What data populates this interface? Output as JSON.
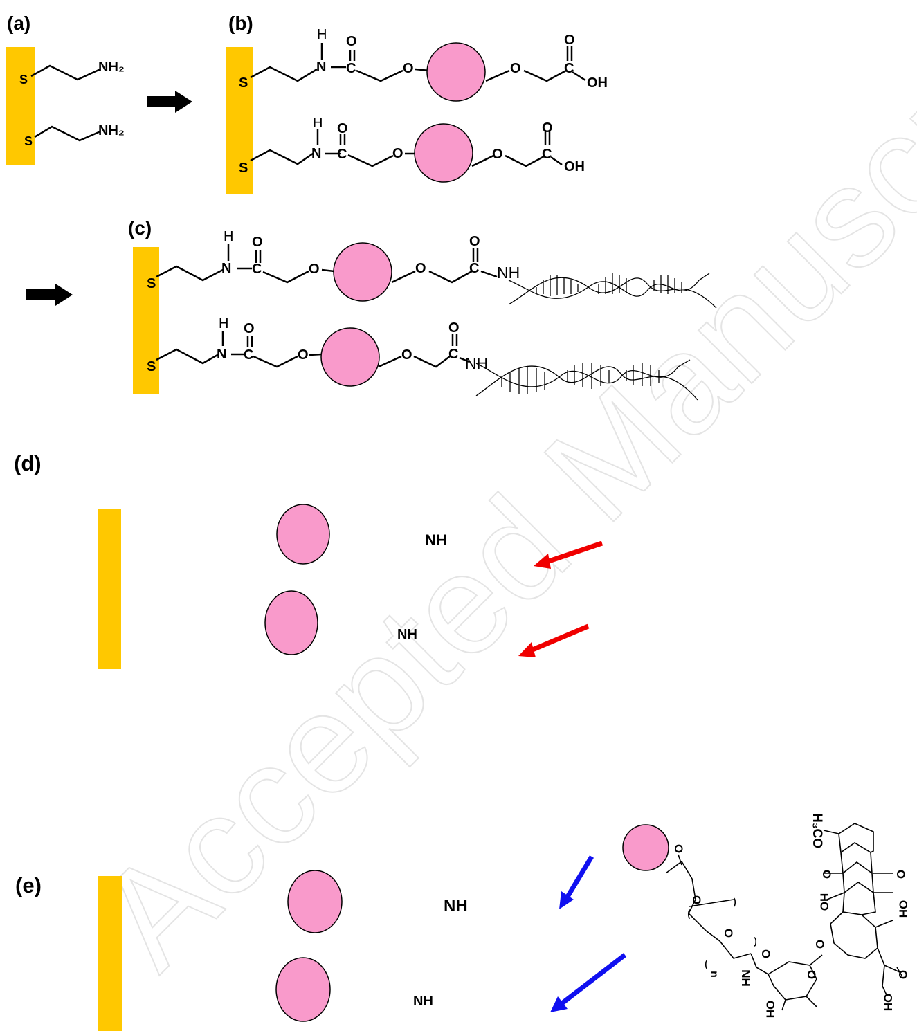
{
  "panels": {
    "a": "(a)",
    "b": "(b)",
    "c": "(c)",
    "d": "(d)",
    "e": "(e)"
  },
  "atoms": {
    "s": "S",
    "nh2": "NH₂",
    "h": "H",
    "n": "N",
    "c": "C",
    "o": "O",
    "oh": "OH",
    "nh": "NH",
    "h3co": "H₃CO",
    "ho": "HO",
    "n_sub": "n"
  },
  "watermark": "Accepted Manuscript",
  "colors": {
    "gold": "#FFC800",
    "particle": "#F99ACB",
    "red_arrow": "#F00000",
    "blue_arrow": "#1010F0",
    "black": "#000000",
    "watermark": "#E6E6E6"
  },
  "icons": [
    "right-arrow-icon",
    "dna-double-helix-icon",
    "down-left-arrow-icon"
  ]
}
